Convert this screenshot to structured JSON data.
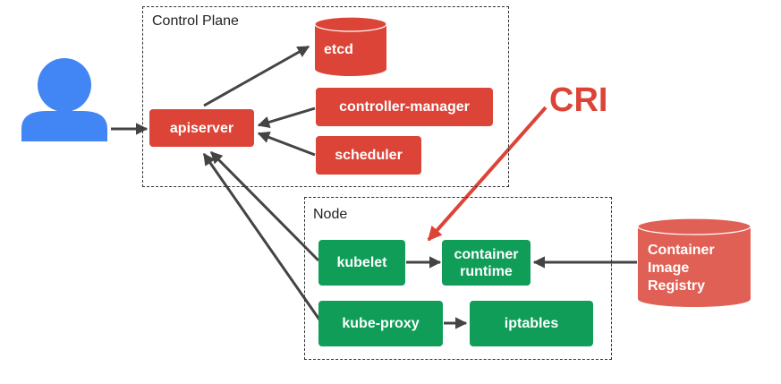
{
  "control_plane": {
    "label": "Control Plane",
    "etcd": "etcd",
    "apiserver": "apiserver",
    "controller_manager": "controller-manager",
    "scheduler": "scheduler"
  },
  "node": {
    "label": "Node",
    "kubelet": "kubelet",
    "container_runtime": "container runtime",
    "kube_proxy": "kube-proxy",
    "iptables": "iptables"
  },
  "registry": {
    "label": "Container Image Registry"
  },
  "cri_label": "CRI",
  "colors": {
    "control_plane": "#db4437",
    "node": "#0f9d58",
    "user": "#4285f4",
    "registry": "#e06055",
    "cri": "#db4437",
    "arrow": "#444444"
  },
  "icons": {
    "user": "user-icon"
  }
}
